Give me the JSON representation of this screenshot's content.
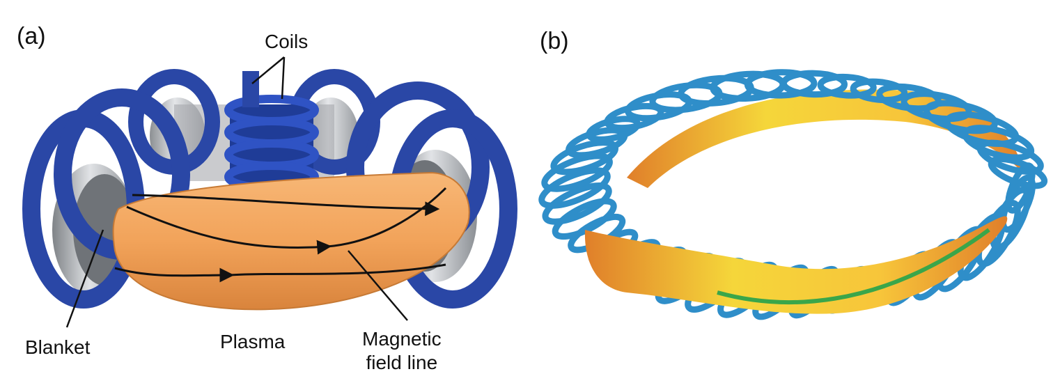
{
  "panels": {
    "a": {
      "label": "(a)",
      "annotations": {
        "coils": "Coils",
        "blanket": "Blanket",
        "plasma": "Plasma",
        "magnetic_line1": "Magnetic",
        "magnetic_line2": "field line"
      }
    },
    "b": {
      "label": "(b)"
    }
  },
  "colors": {
    "tokamak_coil": "#2a47a6",
    "blanket_steel": "#b9bcc0",
    "plasma_orange": "#f2a75c",
    "stellarator_coil": "#2f8ec9",
    "stellarator_plasma_yellow": "#f5d63a",
    "stellarator_plasma_orange": "#e07f2a",
    "stellarator_edge_green": "#3aa64a"
  }
}
